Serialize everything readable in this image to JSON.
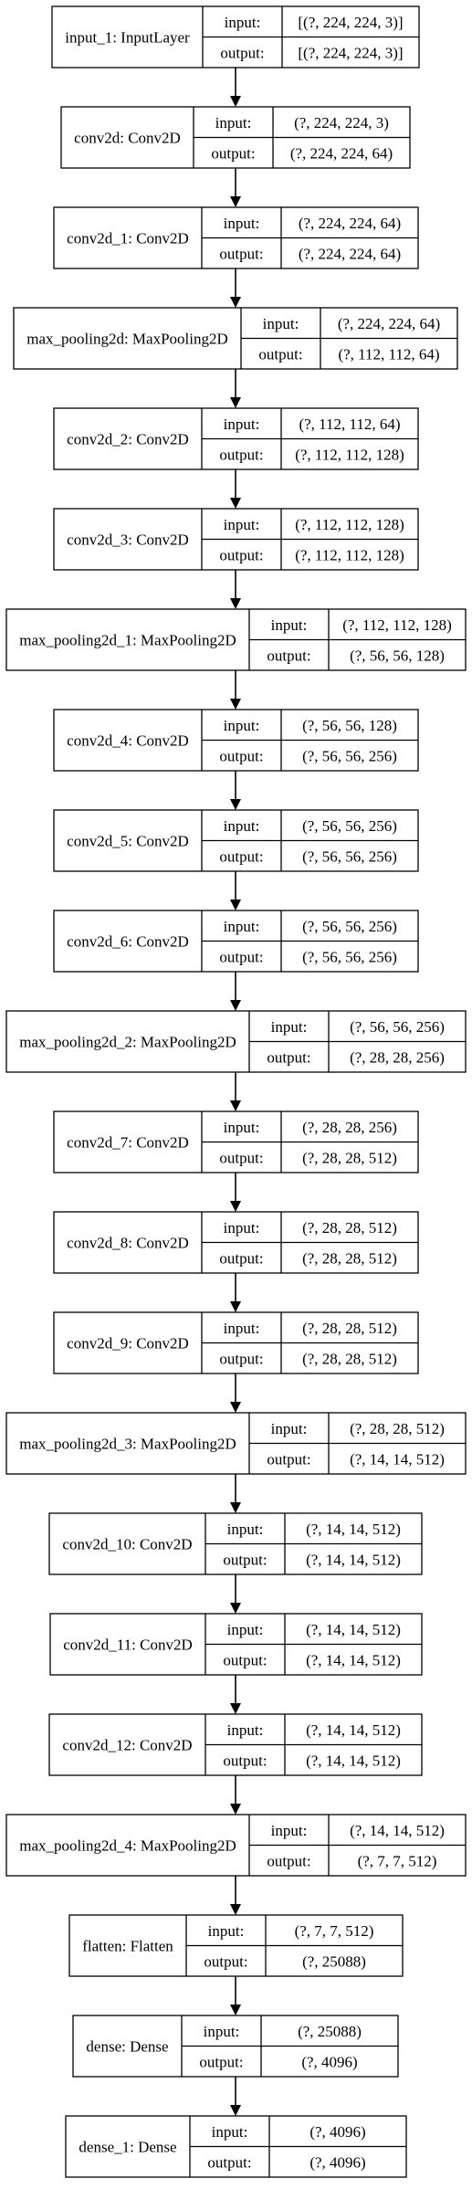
{
  "port_labels": {
    "input": "input:",
    "output": "output:"
  },
  "layers": [
    {
      "name": "input_1: InputLayer",
      "input": "[(?, 224, 224, 3)]",
      "output": "[(?, 224, 224, 3)]"
    },
    {
      "name": "conv2d: Conv2D",
      "input": "(?, 224, 224, 3)",
      "output": "(?, 224, 224, 64)"
    },
    {
      "name": "conv2d_1: Conv2D",
      "input": "(?, 224, 224, 64)",
      "output": "(?, 224, 224, 64)"
    },
    {
      "name": "max_pooling2d: MaxPooling2D",
      "input": "(?, 224, 224, 64)",
      "output": "(?, 112, 112, 64)"
    },
    {
      "name": "conv2d_2: Conv2D",
      "input": "(?, 112, 112, 64)",
      "output": "(?, 112, 112, 128)"
    },
    {
      "name": "conv2d_3: Conv2D",
      "input": "(?, 112, 112, 128)",
      "output": "(?, 112, 112, 128)"
    },
    {
      "name": "max_pooling2d_1: MaxPooling2D",
      "input": "(?, 112, 112, 128)",
      "output": "(?, 56, 56, 128)"
    },
    {
      "name": "conv2d_4: Conv2D",
      "input": "(?, 56, 56, 128)",
      "output": "(?, 56, 56, 256)"
    },
    {
      "name": "conv2d_5: Conv2D",
      "input": "(?, 56, 56, 256)",
      "output": "(?, 56, 56, 256)"
    },
    {
      "name": "conv2d_6: Conv2D",
      "input": "(?, 56, 56, 256)",
      "output": "(?, 56, 56, 256)"
    },
    {
      "name": "max_pooling2d_2: MaxPooling2D",
      "input": "(?, 56, 56, 256)",
      "output": "(?, 28, 28, 256)"
    },
    {
      "name": "conv2d_7: Conv2D",
      "input": "(?, 28, 28, 256)",
      "output": "(?, 28, 28, 512)"
    },
    {
      "name": "conv2d_8: Conv2D",
      "input": "(?, 28, 28, 512)",
      "output": "(?, 28, 28, 512)"
    },
    {
      "name": "conv2d_9: Conv2D",
      "input": "(?, 28, 28, 512)",
      "output": "(?, 28, 28, 512)"
    },
    {
      "name": "max_pooling2d_3: MaxPooling2D",
      "input": "(?, 28, 28, 512)",
      "output": "(?, 14, 14, 512)"
    },
    {
      "name": "conv2d_10: Conv2D",
      "input": "(?, 14, 14, 512)",
      "output": "(?, 14, 14, 512)"
    },
    {
      "name": "conv2d_11: Conv2D",
      "input": "(?, 14, 14, 512)",
      "output": "(?, 14, 14, 512)"
    },
    {
      "name": "conv2d_12: Conv2D",
      "input": "(?, 14, 14, 512)",
      "output": "(?, 14, 14, 512)"
    },
    {
      "name": "max_pooling2d_4: MaxPooling2D",
      "input": "(?, 14, 14, 512)",
      "output": "(?, 7, 7, 512)"
    },
    {
      "name": "flatten: Flatten",
      "input": "(?, 7, 7, 512)",
      "output": "(?, 25088)"
    },
    {
      "name": "dense: Dense",
      "input": "(?, 25088)",
      "output": "(?, 4096)"
    },
    {
      "name": "dense_1: Dense",
      "input": "(?, 4096)",
      "output": "(?, 4096)"
    }
  ]
}
